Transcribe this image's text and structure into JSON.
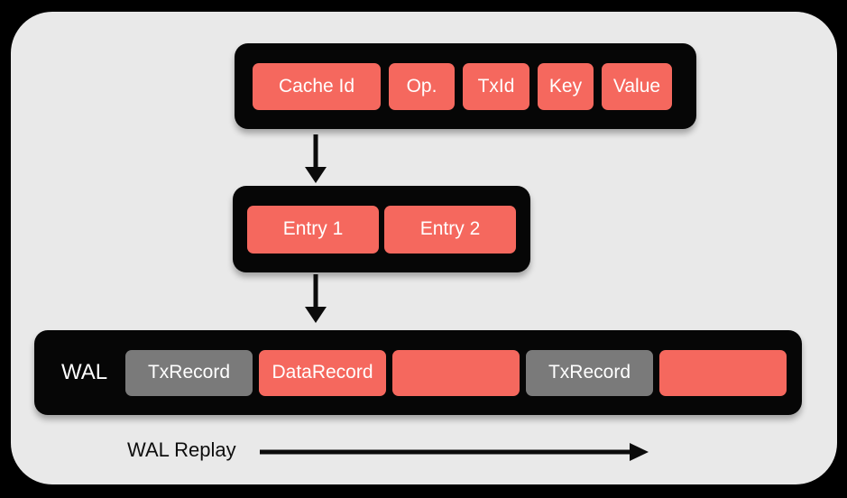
{
  "colors": {
    "outer_background": "#000000",
    "panel_background": "#e9e9e9",
    "container_black": "#060606",
    "record_red": "#f5685e",
    "record_gray": "#7a7a7a",
    "text_light": "#ffffff",
    "text_dark": "#0e0e0e",
    "arrow": "#0b0b0b"
  },
  "record_box": {
    "cells": [
      {
        "label": "Cache Id"
      },
      {
        "label": "Op."
      },
      {
        "label": "TxId"
      },
      {
        "label": "Key"
      },
      {
        "label": "Value"
      }
    ]
  },
  "entries_box": {
    "cells": [
      {
        "label": "Entry 1"
      },
      {
        "label": "Entry 2"
      }
    ]
  },
  "wal_box": {
    "label": "WAL",
    "cells": [
      {
        "label": "TxRecord",
        "type": "tx"
      },
      {
        "label": "DataRecord",
        "type": "data"
      },
      {
        "label": "",
        "type": "data"
      },
      {
        "label": "TxRecord",
        "type": "tx"
      },
      {
        "label": "",
        "type": "data"
      }
    ]
  },
  "replay": {
    "label": "WAL Replay"
  },
  "icons": {
    "down_arrow": "↓",
    "right_arrow": "→"
  }
}
